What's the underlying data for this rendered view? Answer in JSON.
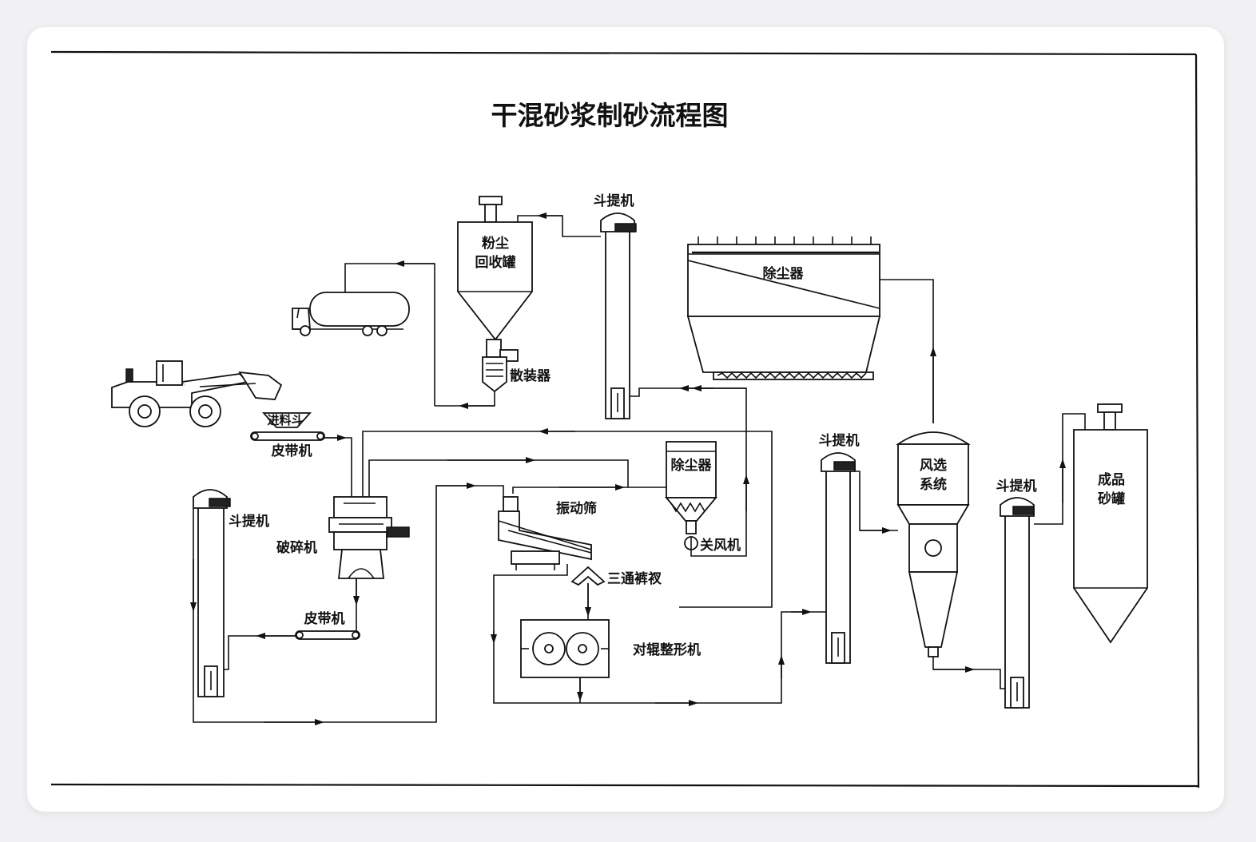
{
  "title": "干混砂浆制砂流程图",
  "labels": {
    "dust_tank_1": "粉尘",
    "dust_tank_2": "回收罐",
    "bulk_loader": "散装器",
    "elevator_top": "斗提机",
    "dust_collector_large": "除尘器",
    "feed_hopper": "进料斗",
    "belt_1": "皮带机",
    "elevator_left": "斗提机",
    "crusher": "破碎机",
    "belt_2": "皮带机",
    "vibrating_screen": "振动筛",
    "dust_collector_small": "除尘器",
    "airlock": "关风机",
    "three_way": "三通裤衩",
    "roller_shaper": "对辊整形机",
    "elevator_mid": "斗提机",
    "air_classifier_1": "风选",
    "air_classifier_2": "系统",
    "elevator_right": "斗提机",
    "product_tank_1": "成品",
    "product_tank_2": "砂罐"
  },
  "colors": {
    "ink": "#111111",
    "paper": "#ffffff",
    "background": "#f1f1f3"
  },
  "icons": [
    "loader-truck-icon",
    "tanker-truck-icon",
    "arrow-icon"
  ]
}
